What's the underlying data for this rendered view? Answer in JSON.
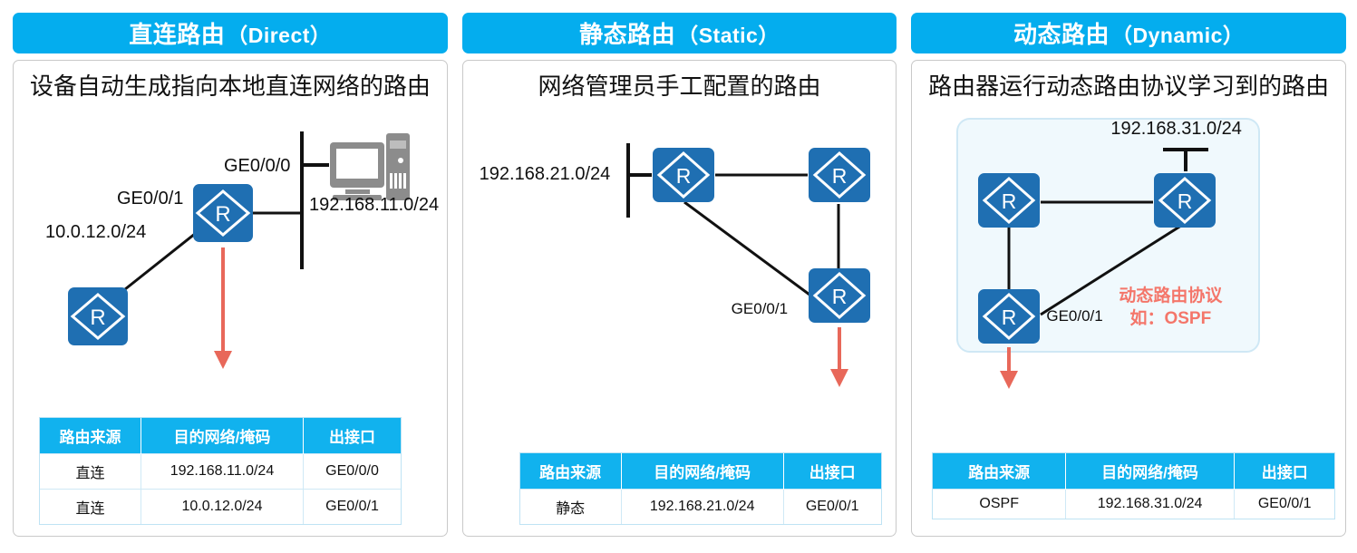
{
  "page": {
    "background": "#ffffff",
    "accent_header": "#04ADEE",
    "router_blue": "#1F6FB2",
    "arrow_red": "#E8685A",
    "note_red": "#F4766A",
    "pc_gray": "#8C8C8C"
  },
  "panels": [
    {
      "id": "direct",
      "header_cn": "直连路由",
      "header_en": "（Direct）",
      "description": "设备自动生成指向本地直连网络的路由",
      "diagram": {
        "labels": [
          {
            "name": "interface-ge0-0-0",
            "text": "GE0/0/0"
          },
          {
            "name": "interface-ge0-0-1",
            "text": "GE0/0/1"
          },
          {
            "name": "network-10-0-12",
            "text": "10.0.12.0/24"
          },
          {
            "name": "network-192-168-11",
            "text": "192.168.11.0/24"
          }
        ],
        "router_glyph": "R",
        "devices": [
          "router",
          "router",
          "pc"
        ]
      },
      "table": {
        "columns": [
          "路由来源",
          "目的网络/掩码",
          "出接口"
        ],
        "rows": [
          [
            "直连",
            "192.168.11.0/24",
            "GE0/0/0"
          ],
          [
            "直连",
            "10.0.12.0/24",
            "GE0/0/1"
          ]
        ]
      }
    },
    {
      "id": "static",
      "header_cn": "静态路由",
      "header_en": "（Static）",
      "description": "网络管理员手工配置的路由",
      "diagram": {
        "labels": [
          {
            "name": "network-192-168-21",
            "text": "192.168.21.0/24"
          },
          {
            "name": "interface-ge0-0-1",
            "text": "GE0/0/1"
          }
        ],
        "router_glyph": "R",
        "devices": [
          "router",
          "router",
          "router"
        ]
      },
      "table": {
        "columns": [
          "路由来源",
          "目的网络/掩码",
          "出接口"
        ],
        "rows": [
          [
            "静态",
            "192.168.21.0/24",
            "GE0/0/1"
          ]
        ]
      }
    },
    {
      "id": "dynamic",
      "header_cn": "动态路由",
      "header_en": "（Dynamic）",
      "description": "路由器运行动态路由协议学习到的路由",
      "diagram": {
        "labels": [
          {
            "name": "network-192-168-31",
            "text": "192.168.31.0/24"
          },
          {
            "name": "interface-ge0-0-1",
            "text": "GE0/0/1"
          }
        ],
        "note_line1": "动态路由协议",
        "note_line2": "如：OSPF",
        "router_glyph": "R",
        "devices": [
          "router",
          "router",
          "router"
        ]
      },
      "table": {
        "columns": [
          "路由来源",
          "目的网络/掩码",
          "出接口"
        ],
        "rows": [
          [
            "OSPF",
            "192.168.31.0/24",
            "GE0/0/1"
          ]
        ]
      }
    }
  ]
}
